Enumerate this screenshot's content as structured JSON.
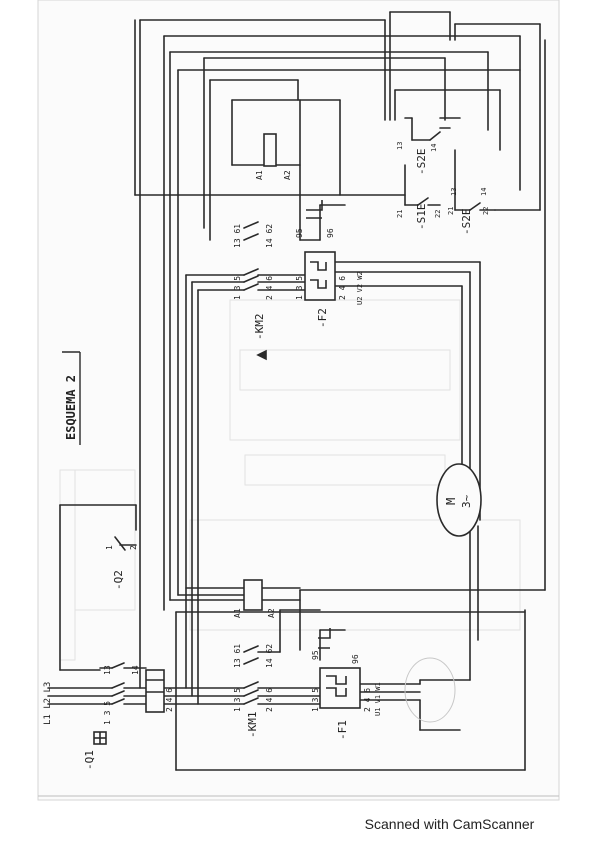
{
  "title": "ESQUEMA 2",
  "supply_label": "L1 L2 L3",
  "labels": {
    "q1": "-Q1",
    "q2": "-Q2",
    "km1": "-KM1",
    "km2": "-KM2",
    "f1": "-F1",
    "f2": "-F2",
    "s1e": "-S1E",
    "s2e_a": "-S2E",
    "s2e_b": "-S2E",
    "motor_m": "M",
    "motor_3": "3~"
  },
  "terminals": {
    "q1_top": "1 3 5",
    "q1_bot": "2 4 6",
    "q1_aux_a": "13",
    "q1_aux_b": "14",
    "q2_a": "1",
    "q2_b": "2",
    "km1_top": "1 3 5",
    "km1_aux_top": "13 61",
    "km1_bot": "2 4 6",
    "km1_aux_bot": "14 62",
    "km1_a1": "A1",
    "km1_a2": "A2",
    "f1_top": "1 3 5",
    "f1_bot": "2 4 6",
    "f1_95": "95",
    "f1_96": "96",
    "f1_out": "U1 V1 W1",
    "km2_top": "1 3 5",
    "km2_aux_top": "13 61",
    "km2_bot": "2 4 6",
    "km2_aux_bot": "14 62",
    "km2_a1": "A1",
    "km2_a2": "A2",
    "f2_top": "1 3 5",
    "f2_bot": "2 4 6",
    "f2_95": "95",
    "f2_96": "96",
    "f2_out": "U2 V2 W2",
    "s1e_a": "21",
    "s1e_b": "22",
    "s2e_a_a": "13",
    "s2e_a_b": "14",
    "s2e_b_a": "21",
    "s2e_b_b": "22",
    "s2e_c_a": "13",
    "s2e_c_b": "14"
  },
  "footer": "Scanned with CamScanner"
}
